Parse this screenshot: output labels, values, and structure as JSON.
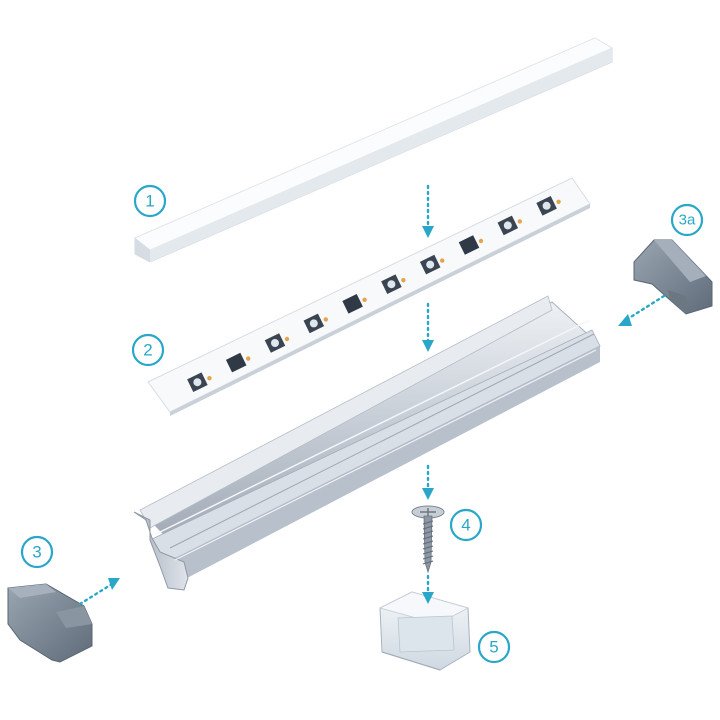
{
  "colors": {
    "accent": "#2aa7c8",
    "profile_light": "#dde3ea",
    "profile_mid": "#b7c0ca",
    "profile_dark": "#8f99a5",
    "endcap": "#7b8795",
    "diffuser": "#f4f6f8",
    "led_strip": "#f7f8fa",
    "clip": "#e9eef3"
  },
  "callouts": [
    {
      "id": "1",
      "label": "1",
      "part": "diffuser"
    },
    {
      "id": "2",
      "label": "2",
      "part": "led-strip"
    },
    {
      "id": "3",
      "label": "3",
      "part": "end-cap-left"
    },
    {
      "id": "3a",
      "label": "3a",
      "part": "end-cap-right"
    },
    {
      "id": "4",
      "label": "4",
      "part": "screw"
    },
    {
      "id": "5",
      "label": "5",
      "part": "mounting-clip"
    }
  ]
}
